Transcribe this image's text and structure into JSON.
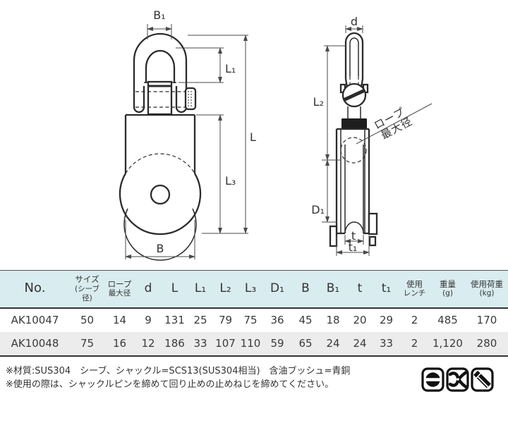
{
  "drawing": {
    "front": {
      "b1": "B₁",
      "l1": "L₁",
      "l": "L",
      "l3": "L₃",
      "b": "B"
    },
    "side": {
      "d": "d",
      "l2": "L₂",
      "d1": "D₁",
      "t": "t",
      "t1": "t₁",
      "rope1": "ロープ",
      "rope2": "最大径"
    }
  },
  "table": {
    "headers": [
      {
        "l1": "No.",
        "l2": ""
      },
      {
        "l1": "サイズ",
        "l2": "(シーブ径)"
      },
      {
        "l1": "ロープ",
        "l2": "最大径"
      },
      {
        "l1": "d",
        "l2": ""
      },
      {
        "l1": "L",
        "l2": ""
      },
      {
        "l1": "L₁",
        "l2": ""
      },
      {
        "l1": "L₂",
        "l2": ""
      },
      {
        "l1": "L₃",
        "l2": ""
      },
      {
        "l1": "D₁",
        "l2": ""
      },
      {
        "l1": "B",
        "l2": ""
      },
      {
        "l1": "B₁",
        "l2": ""
      },
      {
        "l1": "t",
        "l2": ""
      },
      {
        "l1": "t₁",
        "l2": ""
      },
      {
        "l1": "使用",
        "l2": "レンチ"
      },
      {
        "l1": "重量",
        "l2": "(g)"
      },
      {
        "l1": "使用荷重",
        "l2": "(kg)"
      }
    ],
    "rows": [
      {
        "no": "AK10047",
        "size": "50",
        "rope": "14",
        "d": "9",
        "l": "131",
        "l1": "25",
        "l2": "79",
        "l3": "75",
        "d1": "36",
        "b": "45",
        "b1": "18",
        "t": "20",
        "t1": "29",
        "wrench": "2",
        "weight": "485",
        "load": "170"
      },
      {
        "no": "AK10048",
        "size": "75",
        "rope": "16",
        "d": "12",
        "l": "186",
        "l1": "33",
        "l2": "107",
        "l3": "110",
        "d1": "59",
        "b": "65",
        "b1": "24",
        "t": "24",
        "t1": "33",
        "wrench": "2",
        "weight": "1,120",
        "load": "280"
      }
    ]
  },
  "notes": [
    "※材質:SUS304　シーブ、シャックル=SCS13(SUS304相当)　含油ブッシュ=青銅",
    "※使用の際は、シャックルピンを締めて回り止めの止めねじを締めてください。"
  ],
  "icons": {
    "flathead": "flathead-screwdriver",
    "pliers": "pliers",
    "rod": "metal-rod"
  },
  "colors": {
    "header_bg": "#d9ecef",
    "row_alt_bg": "#ececec",
    "rule": "#333333",
    "drawing_line": "#2b2b2b",
    "dimension_line": "#4a4a4a",
    "text": "#333333"
  }
}
